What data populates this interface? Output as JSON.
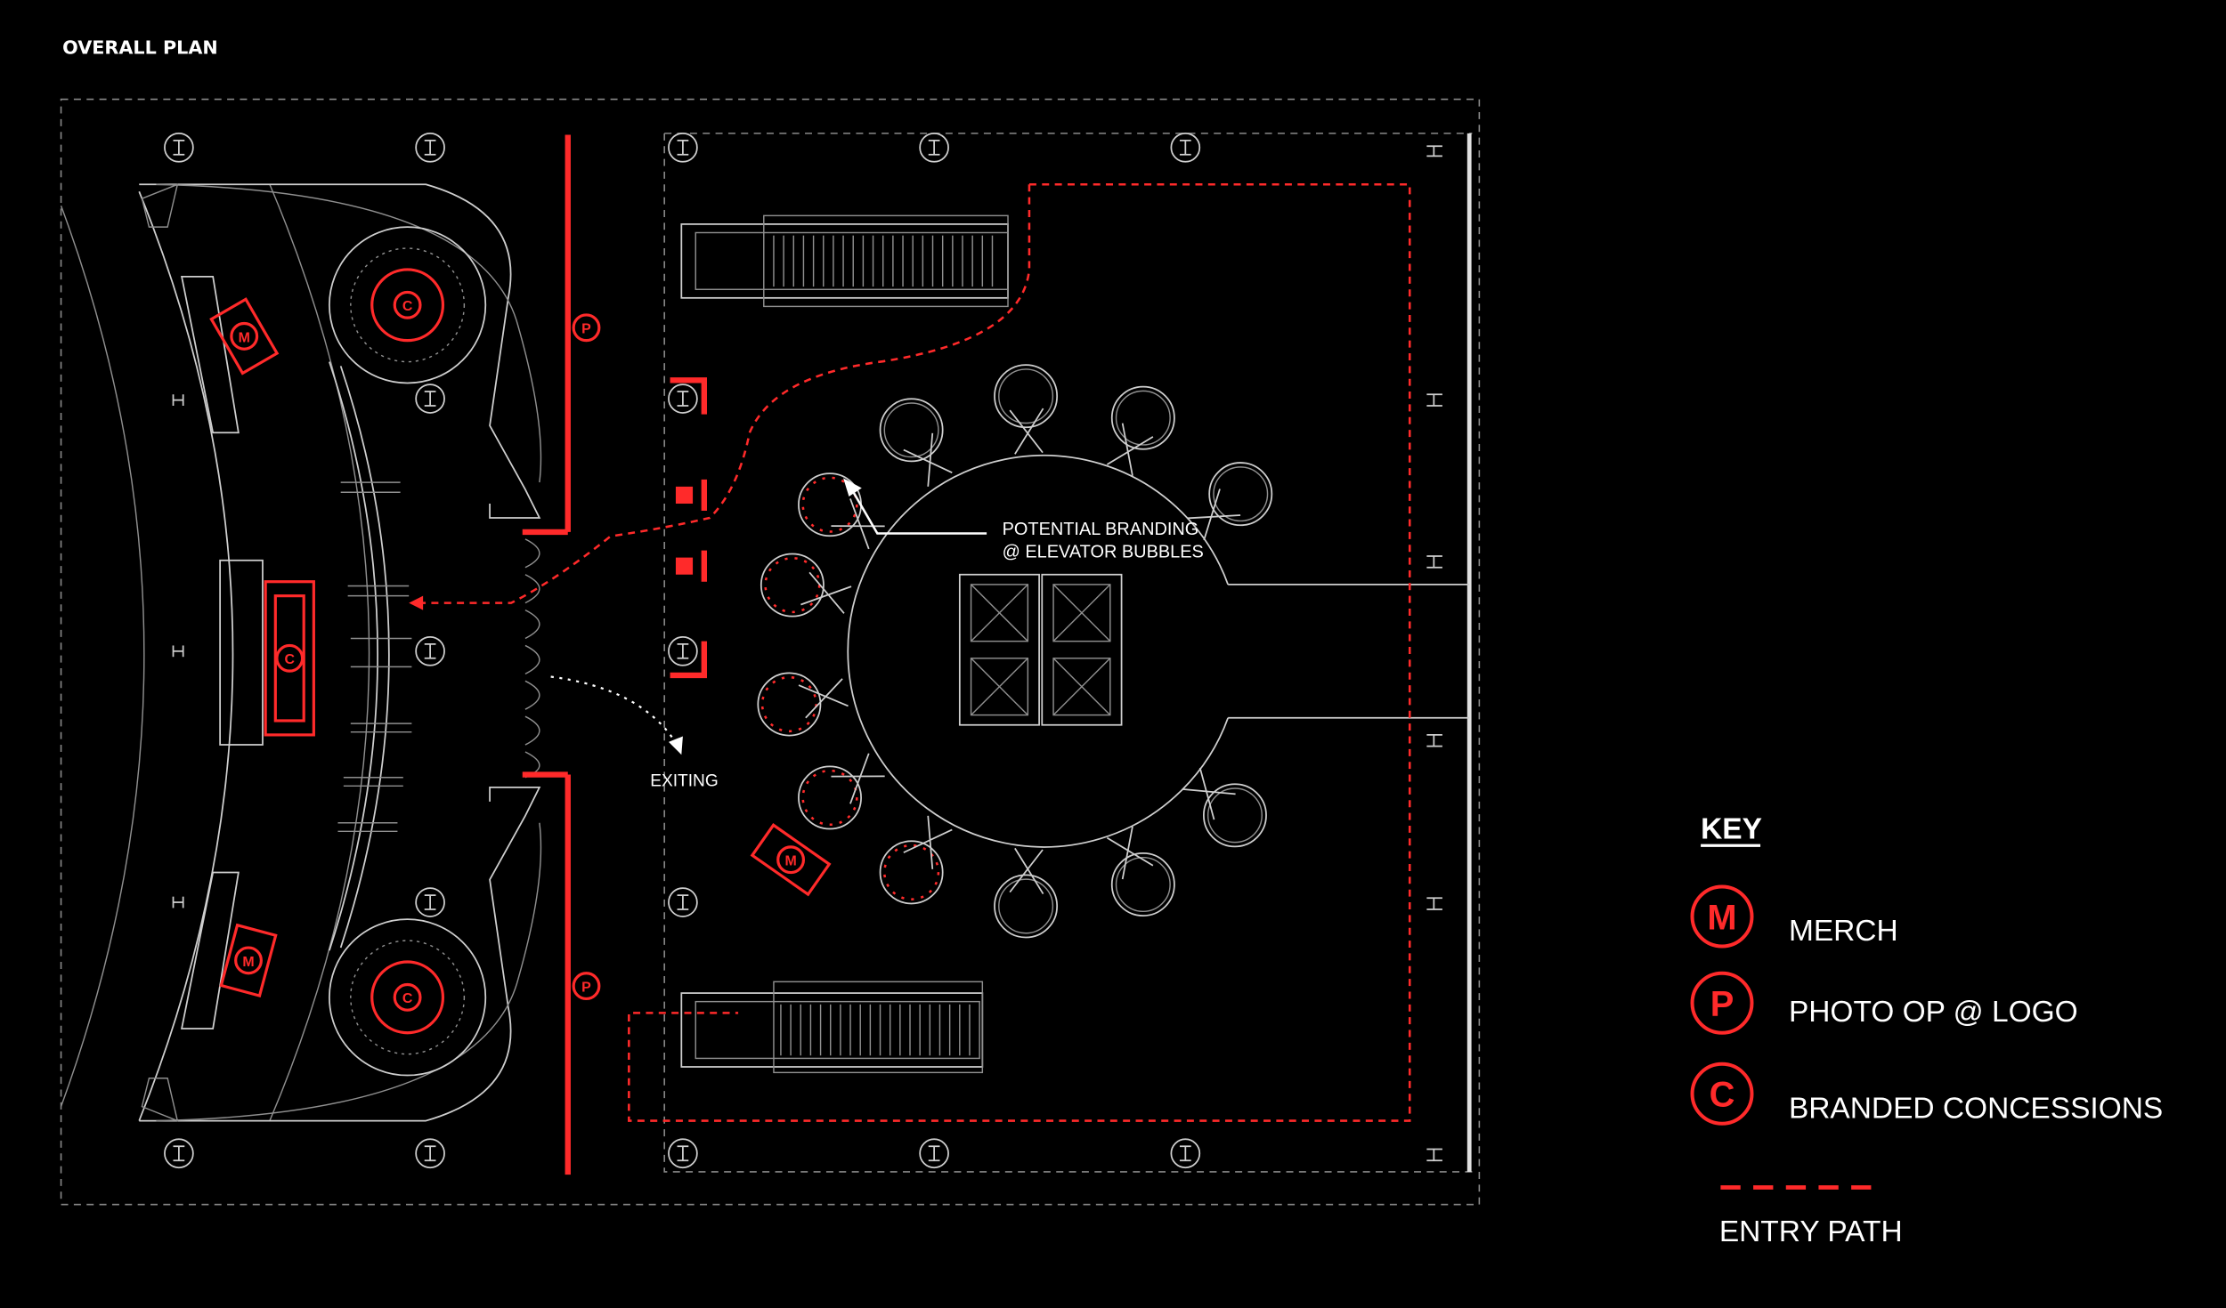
{
  "title": "OVERALL PLAN",
  "annotations": {
    "branding": [
      "POTENTIAL BRANDING",
      "@ ELEVATOR BUBBLES"
    ],
    "exiting": "EXITING"
  },
  "markers": {
    "merch": "M",
    "photo": "P",
    "concessions": "C"
  },
  "key": {
    "heading": "KEY",
    "items": [
      {
        "symbol": "M",
        "label": "MERCH"
      },
      {
        "symbol": "P",
        "label": "PHOTO OP @ LOGO"
      },
      {
        "symbol": "C",
        "label": "BRANDED CONCESSIONS"
      }
    ],
    "entry_path_label": "ENTRY PATH"
  },
  "colors": {
    "accent": "#ff2a2a",
    "lines": "#cfcfcf",
    "background": "#000000"
  },
  "icons": [
    "column-icon",
    "merch-marker",
    "photo-op-marker",
    "concessions-marker",
    "elevator-icon",
    "escalator-icon"
  ]
}
